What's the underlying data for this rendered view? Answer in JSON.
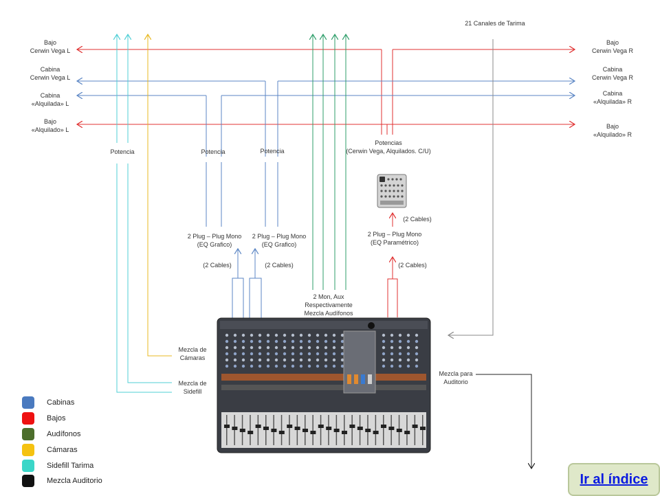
{
  "labels": {
    "top_channels": "21 Canales de Tarima",
    "bajo_cv_l": [
      "Bajo",
      "Cerwin Vega L"
    ],
    "cabina_cv_l": [
      "Cabina",
      "Cerwin Vega L"
    ],
    "cabina_alq_l": [
      "Cabina",
      "«Alquilada» L"
    ],
    "bajo_alq_l": [
      "Bajo",
      "«Alquilado» L"
    ],
    "bajo_cv_r": [
      "Bajo",
      "Cerwin Vega R"
    ],
    "cabina_cv_r": [
      "Cabina",
      "Cerwin Vega R"
    ],
    "cabina_alq_r": [
      "Cabina",
      "«Alquilada» R"
    ],
    "bajo_alq_r": [
      "Bajo",
      "«Alquilado» R"
    ],
    "potencia": "Potencia",
    "potencias": [
      "Potencias",
      "(Cerwin Vega, Alquilados. C/U)"
    ],
    "plug_grafico": [
      "2 Plug – Plug Mono",
      "(EQ Grafico)"
    ],
    "plug_parametrico": [
      "2 Plug – Plug Mono",
      "(EQ Paramétrico)"
    ],
    "dos_cables": "(2 Cables)",
    "mon_aux": [
      "2 Mon, Aux",
      "Respectivamente",
      "Mezcla Audífonos"
    ],
    "mezcla_camaras": [
      "Mezcla de",
      "Cámaras"
    ],
    "mezcla_sidefill": [
      "Mezcla de",
      "Sidefill"
    ],
    "mezcla_auditorio": [
      "Mezcla para",
      "Auditorio"
    ]
  },
  "legend": [
    {
      "label": "Cabinas",
      "color": "#4a7abf"
    },
    {
      "label": "Bajos",
      "color": "#ee1111"
    },
    {
      "label": "Audífonos",
      "color": "#4c6e2c"
    },
    {
      "label": "Cámaras",
      "color": "#f5c211"
    },
    {
      "label": "Sidefill Tarima",
      "color": "#3ad6c8"
    },
    {
      "label": "Mezcla Auditorio",
      "color": "#111111"
    }
  ],
  "index_button": "Ir al índice",
  "colors": {
    "bajos": "#e03030",
    "cabinas": "#5b86c4",
    "audifonos": "#2e9e6a",
    "camaras": "#e8b820",
    "sidefill": "#4fcfd6",
    "auditorio": "#222222",
    "gris": "#8a8a8a"
  }
}
